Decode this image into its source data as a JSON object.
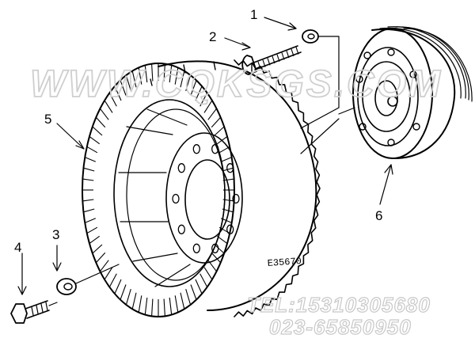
{
  "callouts": {
    "c1": "1",
    "c2": "2",
    "c3": "3",
    "c4": "4",
    "c5": "5",
    "c6": "6"
  },
  "watermark": {
    "url": "WWW.CQKSGS.COM",
    "tel": "TEL:15310305680",
    "phone": "023-65850950"
  },
  "drawing_code": "E35670"
}
